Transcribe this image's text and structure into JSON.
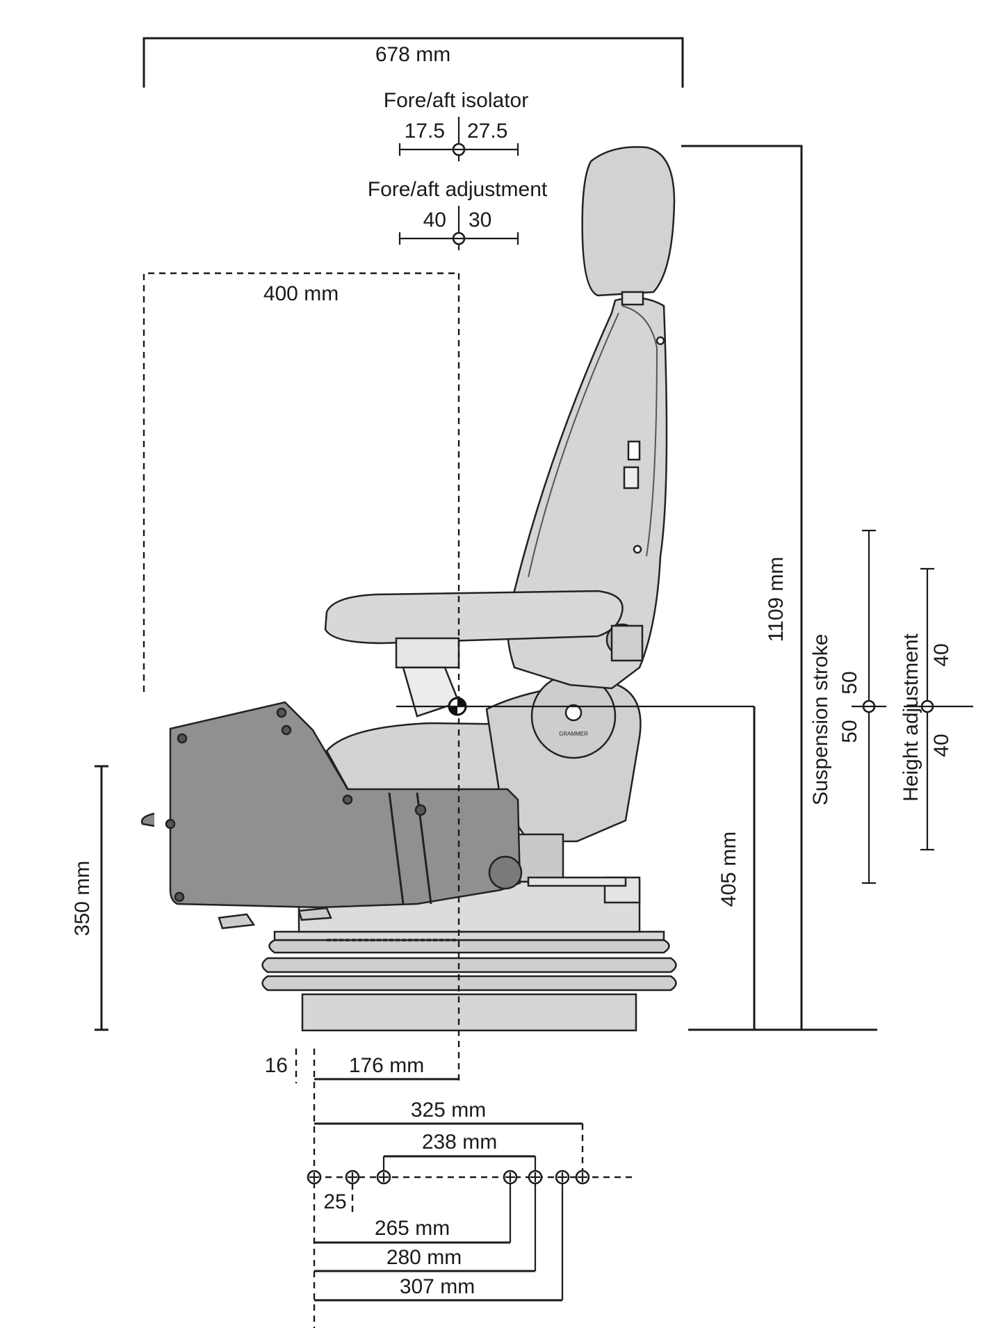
{
  "dimensions": {
    "overall_width": "678 mm",
    "fore_aft_isolator": {
      "title": "Fore/aft isolator",
      "left": "17.5",
      "right": "27.5"
    },
    "fore_aft_adjustment": {
      "title": "Fore/aft adjustment",
      "left": "40",
      "right": "30"
    },
    "depth_400": "400 mm",
    "overall_height": "1109 mm",
    "suspension_stroke": {
      "title": "Suspension stroke",
      "up": "50",
      "down": "50"
    },
    "height_adjustment": {
      "title": "Height adjustment",
      "up": "40",
      "down": "40"
    },
    "base_height": "350 mm",
    "pivot_height": "405 mm",
    "offset_16": "16",
    "offset_176": "176 mm",
    "mount_325": "325 mm",
    "mount_238": "238 mm",
    "offset_25": "25",
    "mount_265": "265 mm",
    "mount_280": "280 mm",
    "mount_307": "307 mm"
  },
  "logo_text": "GRAMMER",
  "colors": {
    "line": "#1a1a1a",
    "seat_fill": "#d9d9d9",
    "seat_dark": "#bfbfbf",
    "console_fill": "#8c8c8c",
    "base_fill": "#cfcfcf"
  }
}
